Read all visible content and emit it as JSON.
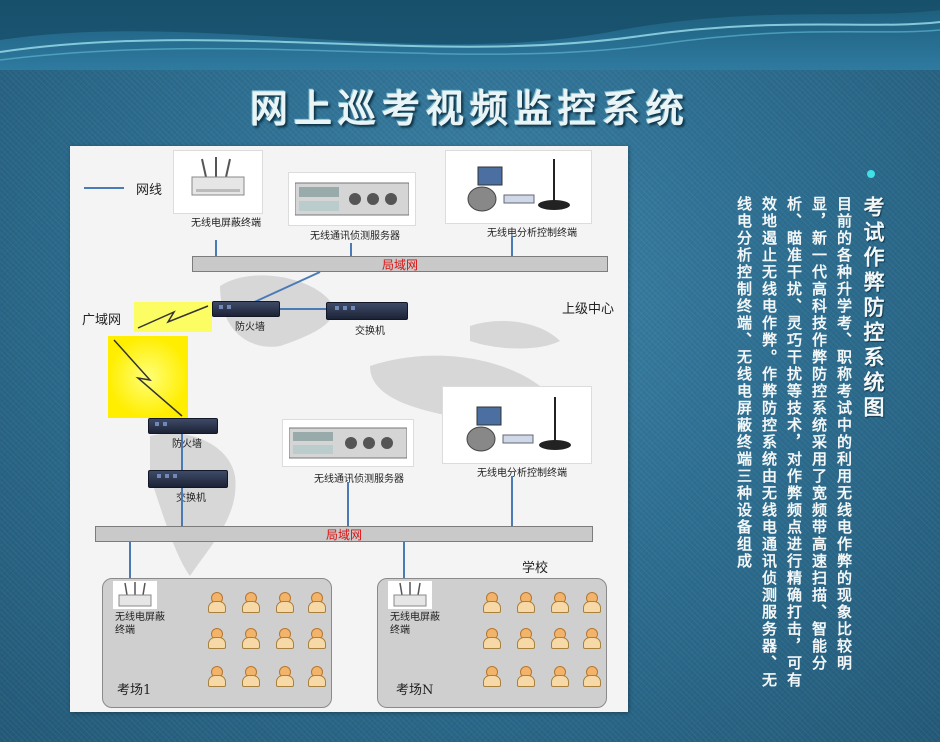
{
  "slide": {
    "title": "网上巡考视频监控系统",
    "side_title": "考试作弊防控系统图",
    "side_text": "目前的各种升学考、职称考试中的利用无线电作弊的现象比较明显，新一代高科技作弊防控系统采用了宽频带高速扫描、智能分析、瞄准干扰、灵巧干扰等技术，对作弊频点进行精确打击，可有效地遏止无线电作弊。作弊防控系统由无线电通讯侦测服务器、无线电分析控制终端、无线电屏蔽终端三种设备组成"
  },
  "diagram": {
    "legend_label": "网线",
    "top": {
      "ap_label": "无线电屏蔽终端",
      "server_label": "无线通讯侦测服务器",
      "terminal_label": "无线电分析控制终端",
      "lan_label": "局域网",
      "firewall_label": "防火墙",
      "switch_label": "交换机",
      "wan_label": "广域网",
      "center_label": "上级中心"
    },
    "bottom": {
      "firewall_label": "防火墙",
      "switch_label": "交换机",
      "server_label": "无线通讯侦测服务器",
      "terminal_label": "无线电分析控制终端",
      "lan_label": "局域网",
      "school_label": "学校",
      "room1": {
        "ap_label": "无线电屏蔽终端",
        "name": "考场1"
      },
      "roomN": {
        "ap_label": "无线电屏蔽终端",
        "name": "考场N"
      }
    }
  },
  "colors": {
    "background": "#2e6f92",
    "lan_text": "#dd1111",
    "wire": "#4a7bb7",
    "bullet": "#3fe0e6"
  }
}
